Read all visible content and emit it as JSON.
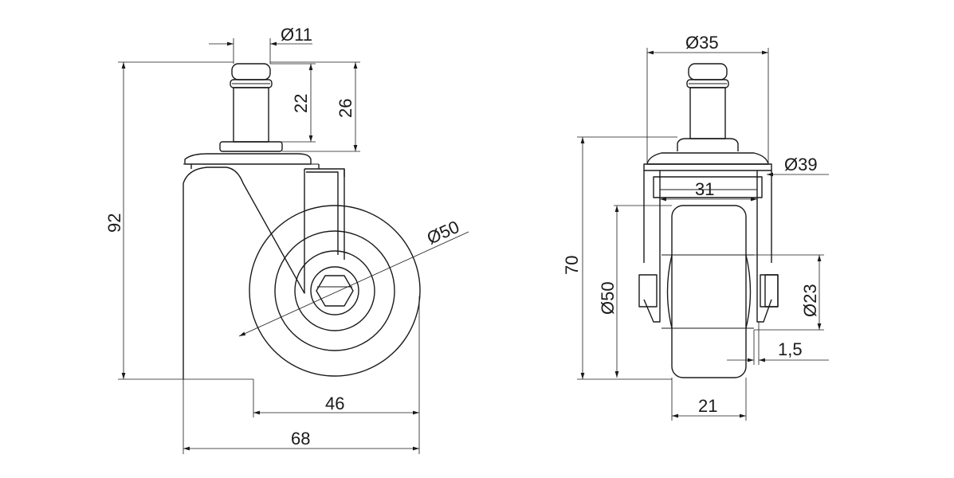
{
  "side_view": {
    "stem_diameter": "Ø11",
    "stem_length": "22",
    "stem_total_height": "26",
    "overall_height": "92",
    "wheel_diameter": "Ø50",
    "axle_offset": "46",
    "swivel_radius": "68"
  },
  "front_view": {
    "plate_diameter": "Ø35",
    "top_cap_diameter": "Ø39",
    "fork_inner_width": "31",
    "mounting_height": "70",
    "wheel_diameter": "Ø50",
    "hub_diameter": "Ø23",
    "hub_offset": "1,5",
    "wheel_width": "21"
  },
  "colors": {
    "line": "#1a1a1a",
    "background": "#ffffff"
  }
}
